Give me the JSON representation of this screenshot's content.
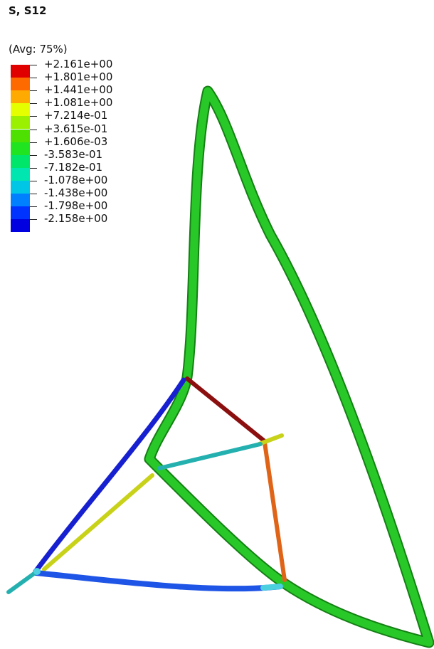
{
  "title": "S, S12",
  "subtitle": "(Avg: 75%)",
  "legend": {
    "labels": [
      "+2.161e+00",
      "+1.801e+00",
      "+1.441e+00",
      "+1.081e+00",
      "+7.214e-01",
      "+3.615e-01",
      "+1.606e-03",
      "-3.583e-01",
      "-7.182e-01",
      "-1.078e+00",
      "-1.438e+00",
      "-1.798e+00",
      "-2.158e+00"
    ],
    "colors": [
      "#e00000",
      "#ff6a00",
      "#ffaa00",
      "#e6ff00",
      "#9af000",
      "#4ee000",
      "#1fe41f",
      "#00e66a",
      "#00e6b0",
      "#00c6e6",
      "#0080ff",
      "#0033ff",
      "#0000e0"
    ]
  },
  "member_colors": {
    "contour_green": "#29c829",
    "tube_outline": "#148014",
    "diagonal_red": "#8b0f0f",
    "right_post_orange": "#e06418",
    "left_strut_blue": "#1720d0",
    "inner_cyan": "#25b0b0",
    "inner_yellow": "#c8d218",
    "bottom_blue": "#1f55e6",
    "joint_cyan": "#4cd0e0"
  }
}
